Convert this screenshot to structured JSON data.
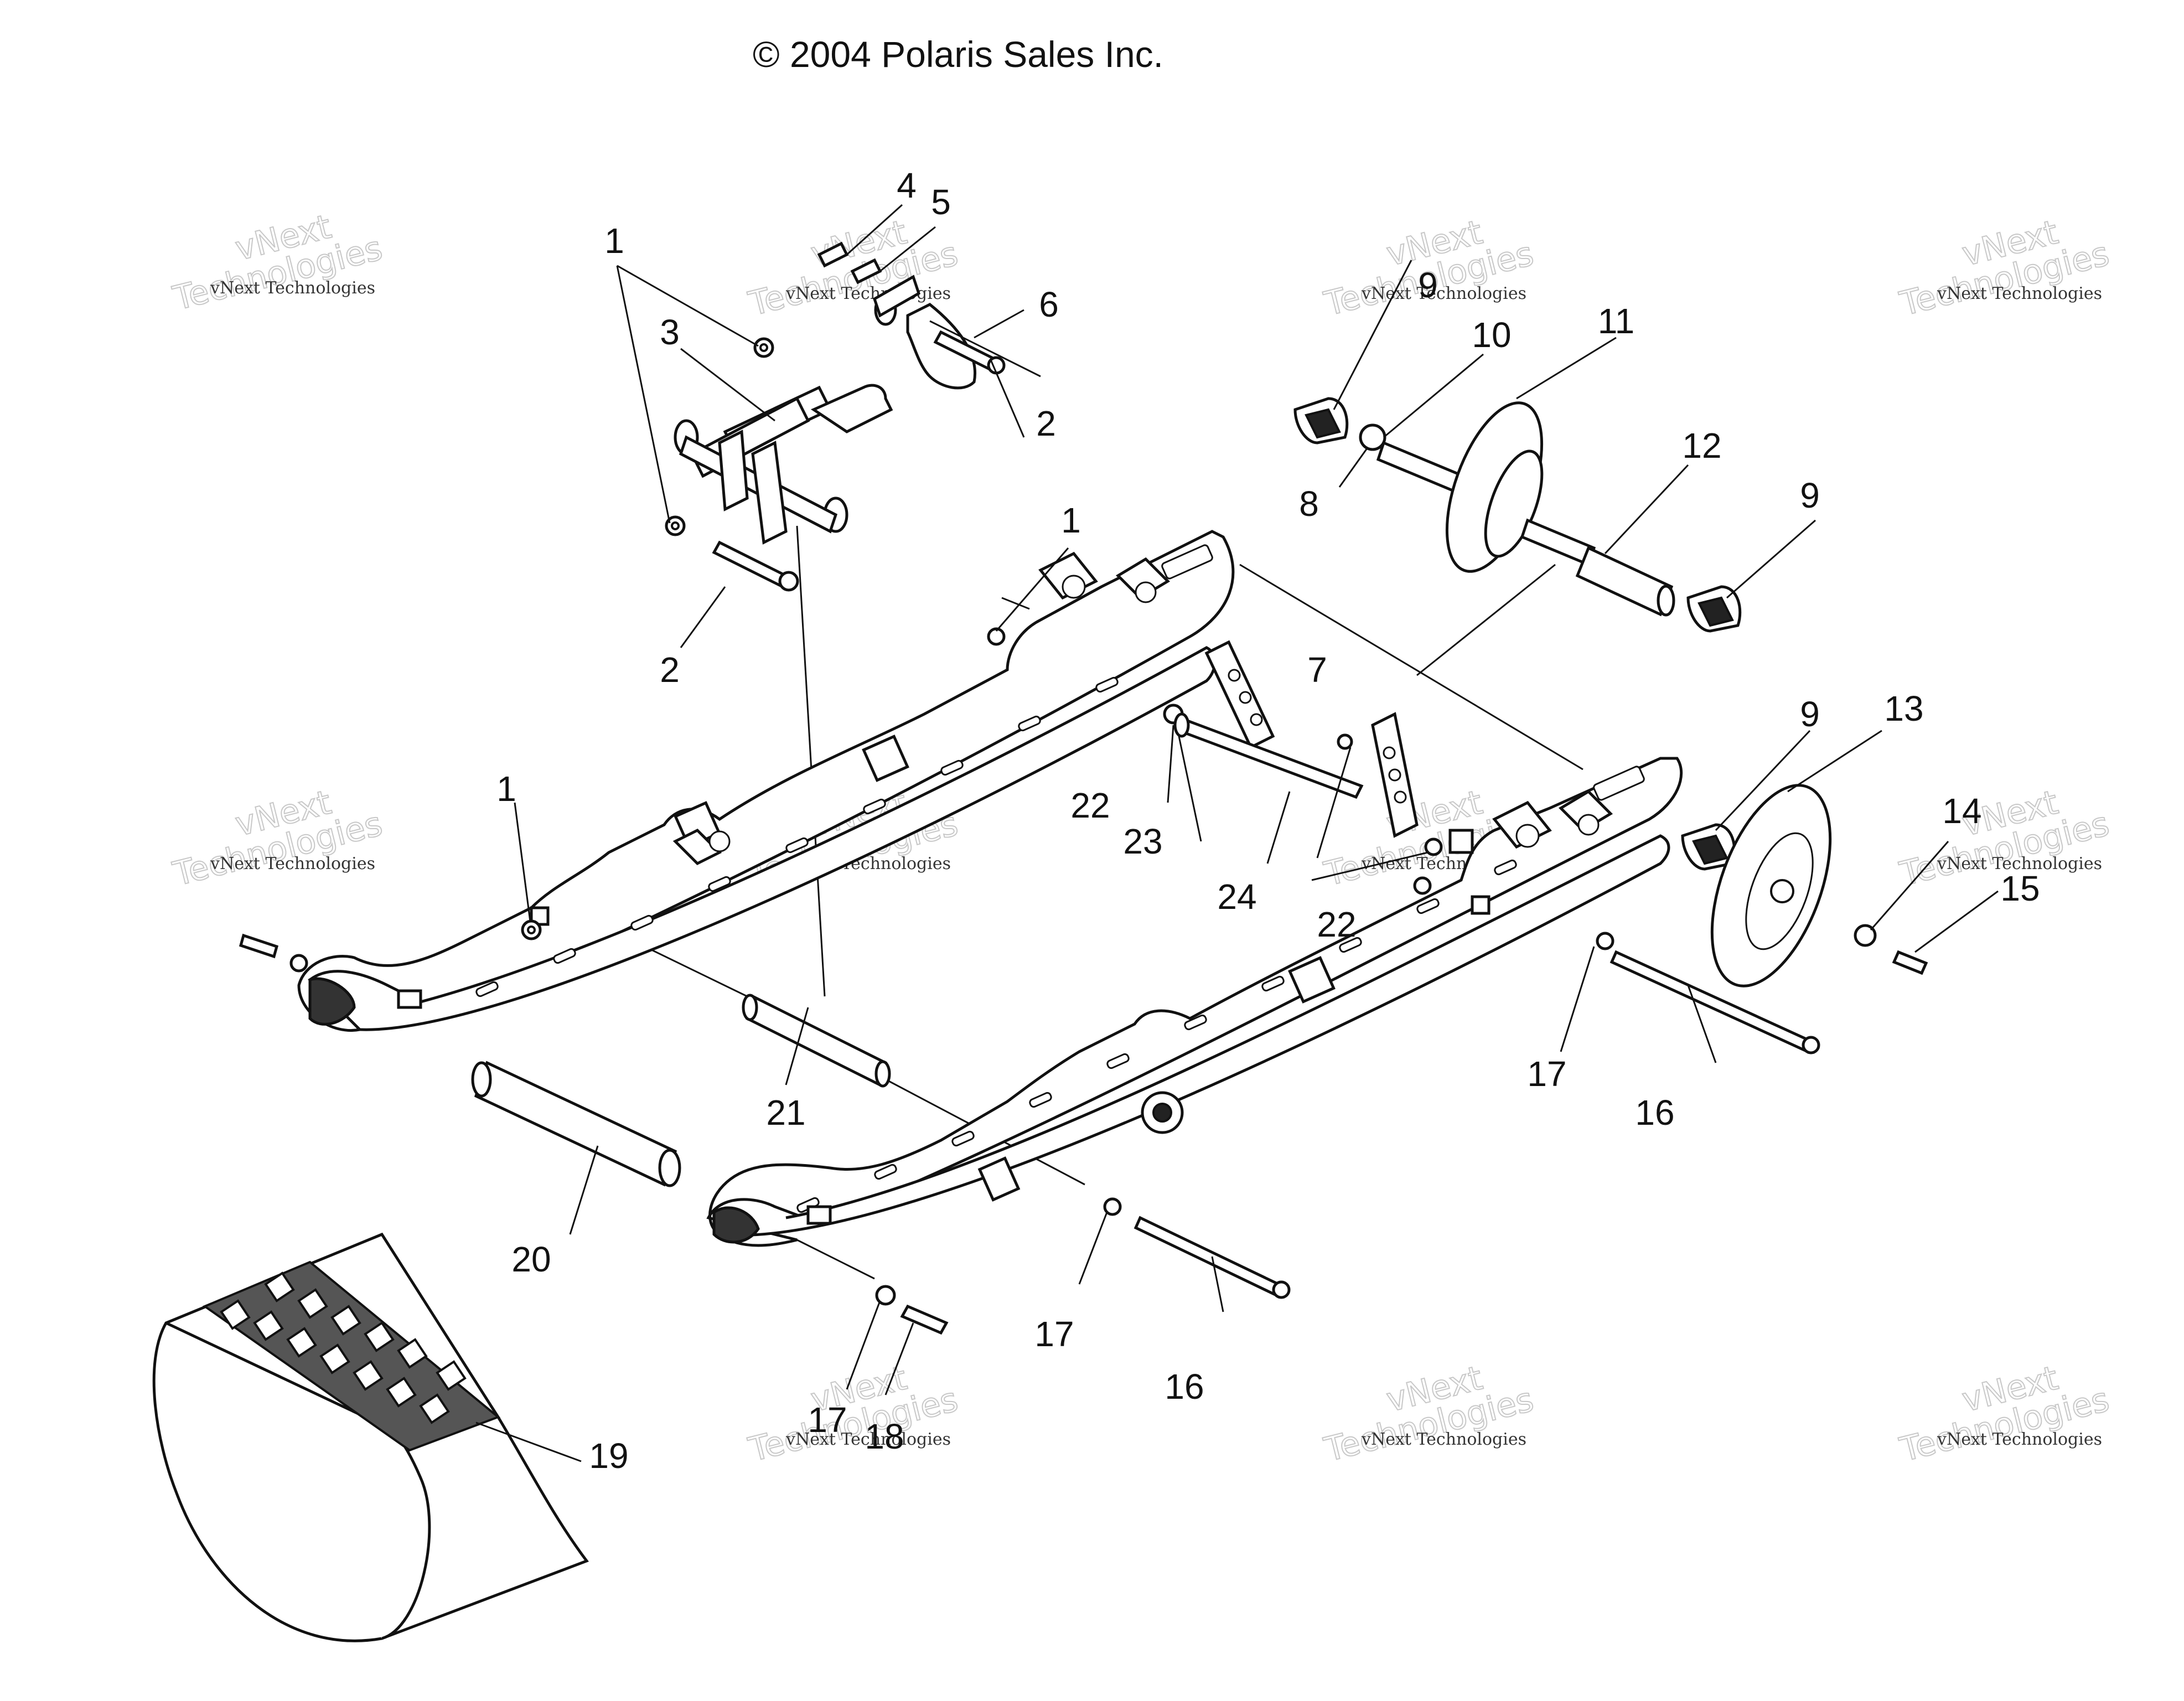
{
  "copyright": "© 2004 Polaris Sales Inc.",
  "watermark": {
    "small_text": "vNext Technologies",
    "big_text": "Technologies",
    "prefix_text": "vNext"
  },
  "callouts": [
    {
      "id": "c1a",
      "text": "1"
    },
    {
      "id": "c1b",
      "text": "1"
    },
    {
      "id": "c1c",
      "text": "1"
    },
    {
      "id": "c2a",
      "text": "2"
    },
    {
      "id": "c2b",
      "text": "2"
    },
    {
      "id": "c3",
      "text": "3"
    },
    {
      "id": "c4",
      "text": "4"
    },
    {
      "id": "c5",
      "text": "5"
    },
    {
      "id": "c6",
      "text": "6"
    },
    {
      "id": "c7",
      "text": "7"
    },
    {
      "id": "c8",
      "text": "8"
    },
    {
      "id": "c9a",
      "text": "9"
    },
    {
      "id": "c9b",
      "text": "9"
    },
    {
      "id": "c9c",
      "text": "9"
    },
    {
      "id": "c10",
      "text": "10"
    },
    {
      "id": "c11",
      "text": "11"
    },
    {
      "id": "c12",
      "text": "12"
    },
    {
      "id": "c13",
      "text": "13"
    },
    {
      "id": "c14",
      "text": "14"
    },
    {
      "id": "c15",
      "text": "15"
    },
    {
      "id": "c16a",
      "text": "16"
    },
    {
      "id": "c16b",
      "text": "16"
    },
    {
      "id": "c17a",
      "text": "17"
    },
    {
      "id": "c17b",
      "text": "17"
    },
    {
      "id": "c17c",
      "text": "17"
    },
    {
      "id": "c18",
      "text": "18"
    },
    {
      "id": "c19",
      "text": "19"
    },
    {
      "id": "c20",
      "text": "20"
    },
    {
      "id": "c21",
      "text": "21"
    },
    {
      "id": "c22a",
      "text": "22"
    },
    {
      "id": "c22b",
      "text": "22"
    },
    {
      "id": "c23",
      "text": "23"
    },
    {
      "id": "c24",
      "text": "24"
    }
  ]
}
